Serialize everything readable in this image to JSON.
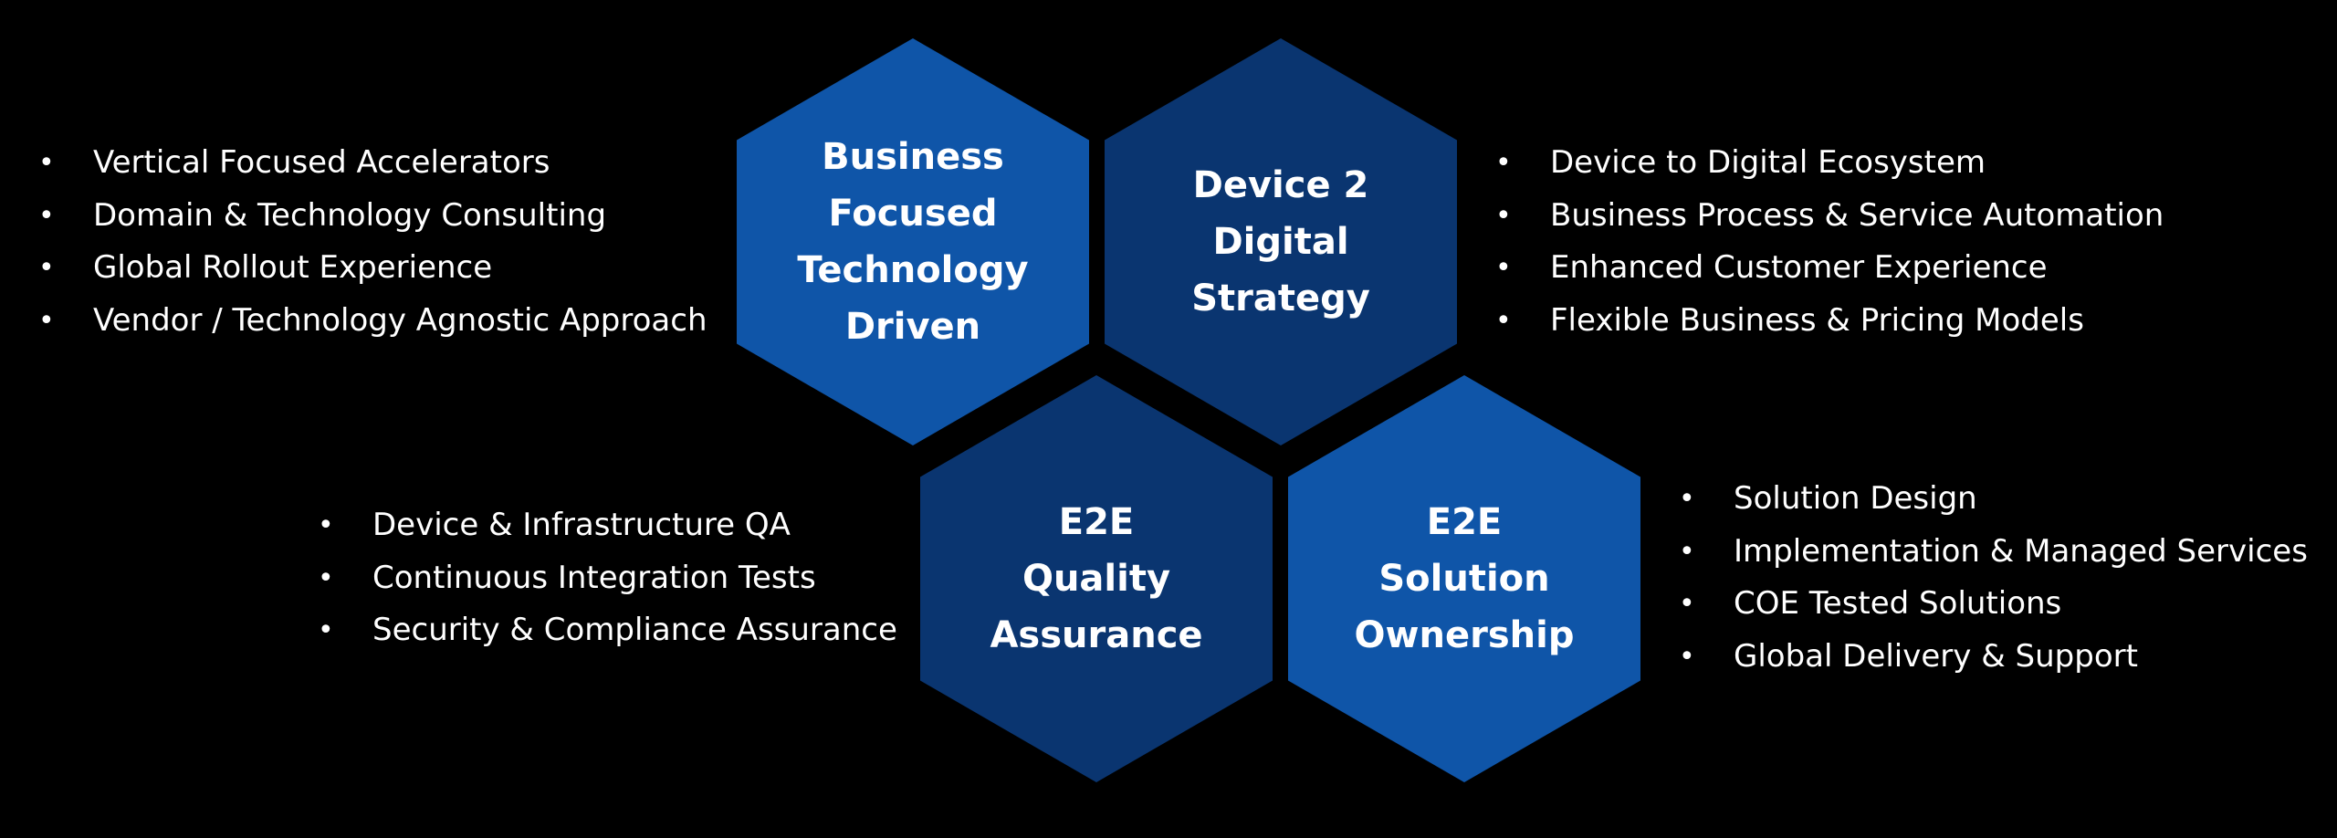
{
  "colors": {
    "background": "#000000",
    "hex_bright": "#0f55a8",
    "hex_dark": "#0a3570",
    "text": "#ffffff"
  },
  "hexagons": [
    {
      "id": "business",
      "lines": [
        "Business",
        "Focused",
        "Technology",
        "Driven"
      ],
      "color": "#0f55a8"
    },
    {
      "id": "device",
      "lines": [
        "Device 2",
        "Digital",
        "Strategy"
      ],
      "color": "#0a3570"
    },
    {
      "id": "quality",
      "lines": [
        "E2E",
        "Quality",
        "Assurance"
      ],
      "color": "#0a3570"
    },
    {
      "id": "solution",
      "lines": [
        "E2E",
        "Solution",
        "Ownership"
      ],
      "color": "#0f55a8"
    }
  ],
  "bullet_groups": {
    "top_left": [
      "Vertical Focused Accelerators",
      "Domain & Technology Consulting",
      "Global Rollout Experience",
      "Vendor / Technology Agnostic Approach"
    ],
    "top_right": [
      "Device to Digital Ecosystem",
      "Business Process & Service Automation",
      "Enhanced Customer Experience",
      "Flexible Business & Pricing Models"
    ],
    "bottom_left": [
      "Device & Infrastructure QA",
      "Continuous Integration Tests",
      "Security & Compliance Assurance"
    ],
    "bottom_right": [
      "Solution Design",
      "Implementation & Managed Services",
      "COE Tested Solutions",
      "Global Delivery & Support"
    ]
  },
  "bullet_glyph": "•"
}
